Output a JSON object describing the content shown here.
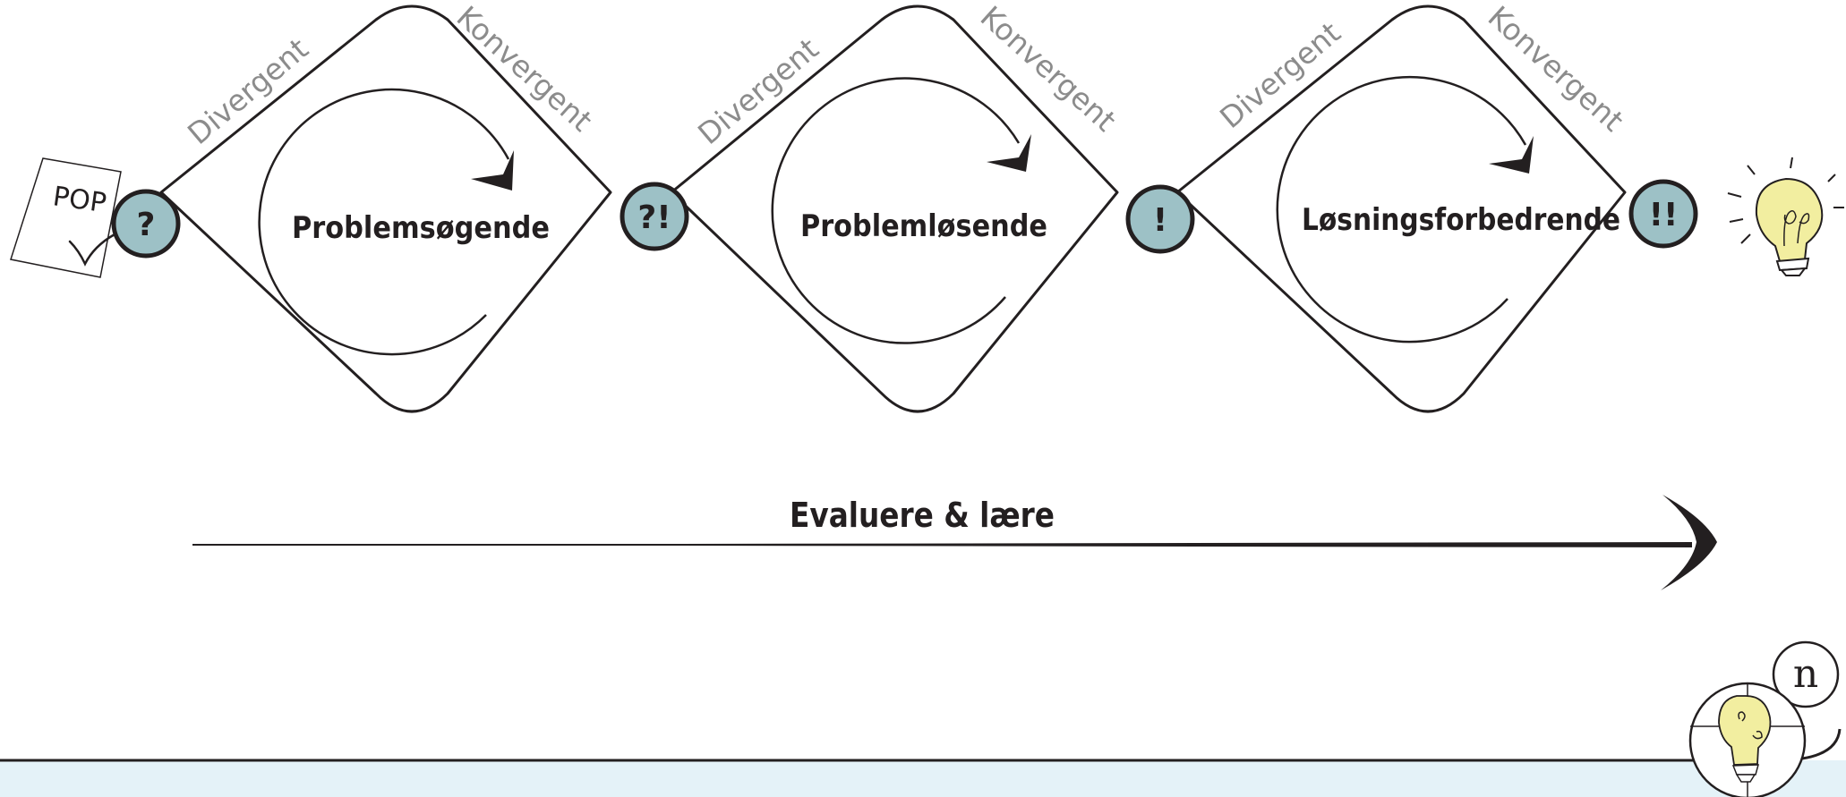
{
  "phases": [
    {
      "label": "Problemsøgende",
      "left_edge": "Divergent",
      "right_edge": "Konvergent"
    },
    {
      "label": "Problemløsende",
      "left_edge": "Divergent",
      "right_edge": "Konvergent"
    },
    {
      "label": "Løsningsforbedrende",
      "left_edge": "Divergent",
      "right_edge": "Konvergent"
    }
  ],
  "nodes": [
    {
      "label": "?"
    },
    {
      "label": "?!"
    },
    {
      "label": "!"
    },
    {
      "label": "!!"
    }
  ],
  "note": {
    "text": "POP"
  },
  "timeline": {
    "label": "Evaluere & lære"
  },
  "logo": {
    "text": "n"
  },
  "colors": {
    "node_fill": "#9dc1c6",
    "line": "#231f20",
    "edge_label": "#8c8c8c",
    "bulb": "#f2eea0",
    "footer_band": "#e4f2f8"
  },
  "icons": [
    "note-icon",
    "checkmark-icon",
    "lightbulb-icon",
    "logo-icon"
  ]
}
